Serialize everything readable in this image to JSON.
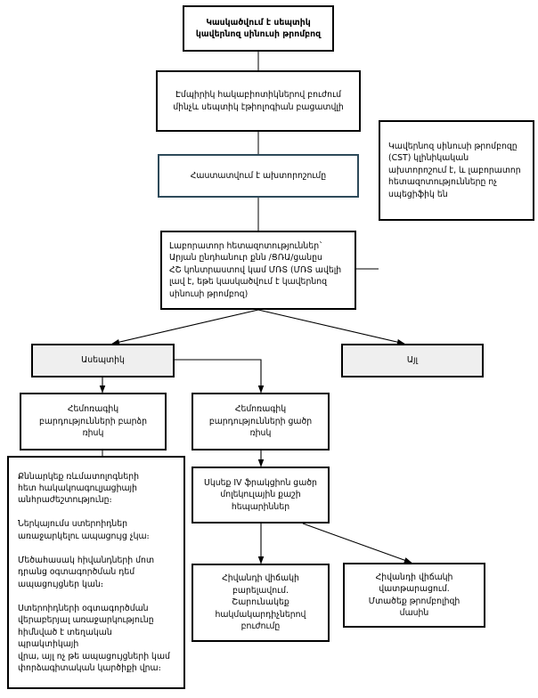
{
  "document": {
    "type": "clinical-flowchart",
    "language": "Armenian",
    "title_node": "Կասկածվում է սեպտիկ կավերնոզ սինուսի թրոմբոզ"
  },
  "nodes": {
    "start": {
      "label": "Կասկածվում է սեպտիկ կավերնոզ սինուսի թրոմբոզ",
      "style": "bold-white-box"
    },
    "empiric": {
      "label": "Էմպիրիկ հակաբիոտիկներով բուժում\nմինչև սեպտիկ էթիոլոգիան բացատվլի",
      "style": "white-box"
    },
    "decision": {
      "label": "Հաստատվում է ախտորոշումը",
      "style": "blue-bordered-box"
    },
    "note": {
      "label": "Կավերնոզ սինուսի թրոմբոզը (CST) կլինիկական ախտորոշում է, և լաբորատոր հետազոտությունները ոչ սպեցիֆիկ են",
      "style": "white-box-left"
    },
    "labs": {
      "label": "Լաբորատոր        հետազոտություններ`\nԱրյան ընդհանուր քնն /ՑՌԱ/ցանըս\nՀՇ կոնտրաստով  կամ ՄՌՏ (ՄՌՏ ավելի\nլավ է, եթե կասկածվում է կավերնոզ\nսինուսի թրոմբոզ)",
      "style": "white-box-left"
    },
    "aseptic": {
      "label": "Ասեպտիկ",
      "style": "gray-box"
    },
    "other": {
      "label": "Այլ",
      "style": "gray-box"
    },
    "high_risk": {
      "label": "Հեմոռագիկ\nբարդությունների բարձր\nռիսկ",
      "style": "white-box"
    },
    "low_risk": {
      "label": "Հեմոռագիկ\nբարդությունների ցածր\nռիսկ",
      "style": "white-box"
    },
    "heparin": {
      "label": "Սկսեք IV ֆրակցիոն ցածր\nմոլեկուլային քաշի\nհեպարիններ",
      "style": "white-box"
    },
    "improve": {
      "label": "Հիվանդի վիճակի\nբարելավում.\nՇարունակեք\nհակմակարդիչներով\nբուժումը",
      "style": "white-box"
    },
    "worsen": {
      "label": "Հիվանդի վիճակի\nվատթարացում.\nՄտածեք թրոմբոլիզի\nմասին",
      "style": "white-box"
    },
    "guidance": {
      "label": "Քննարկեք ռևմատոլոգների\nհետ հակակոագուլյացիայի\nանհրաժեշտությունը։\n\nՆերկայումս ստերոիդներ\nառաջարկելու ապացույց չկա։\n\nՄեծահասակ հիվանդների մոտ\nդրանց օգտագործման դեմ\nապացույցներ կան։\n\nՍտերոիդների օգտագործման\nվերաբերյալ առաջարկությունը\nհիմնված է տեղական պրակտիկայի\nվրա, այլ ոչ թե ապացույցների կամ\nփորձագիտական կարծիքի վրա։",
      "style": "white-box-left"
    }
  },
  "colors": {
    "box_border": "#000000",
    "decision_border": "#2e4a5a",
    "gray_fill": "#efefef",
    "white_fill": "#ffffff",
    "line": "#000000"
  }
}
